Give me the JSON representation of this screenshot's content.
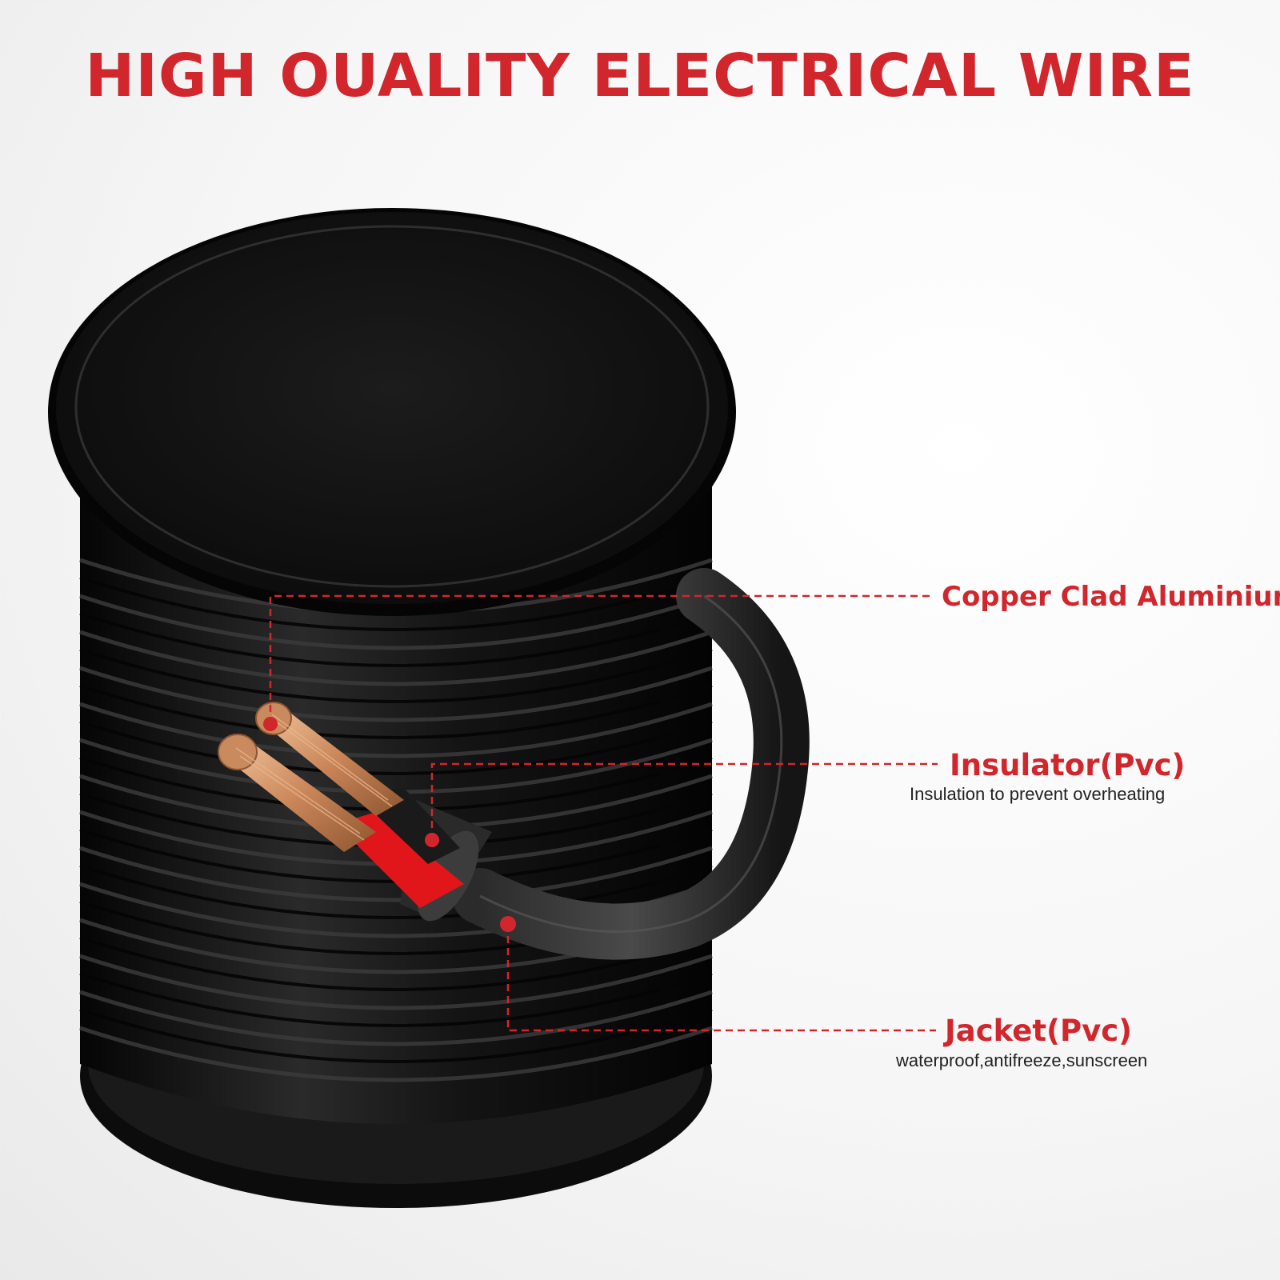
{
  "headline": "HIGH OUALITY ELECTRICAL WIRE",
  "colors": {
    "accent": "#d1262c",
    "cable": "#1b1b1b",
    "copper": "#d59a6e",
    "inner_insulation": "#e0161b"
  },
  "callouts": [
    {
      "title": "Copper Clad Aluminium",
      "subtitle": ""
    },
    {
      "title": "Insulator(Pvc)",
      "subtitle": "Insulation to prevent overheating"
    },
    {
      "title": "Jacket(Pvc)",
      "subtitle": "waterproof,antifreeze,sunscreen"
    }
  ]
}
